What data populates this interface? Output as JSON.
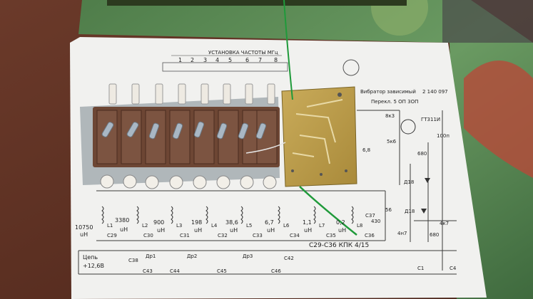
{
  "photo": {
    "subject": "Schematic printout with handwired band-switch assembly",
    "colors": {
      "table": "#5a2f22",
      "paper": "#f1f1ef",
      "ink": "#2a2a2a",
      "board": "#b99a48",
      "wire_green": "#1f9a3a"
    }
  },
  "schematic": {
    "header": "УСТАНОВКА ЧАСТОТЫ МГц",
    "band_numbers": [
      "1",
      "2",
      "3",
      "4",
      "5",
      "6",
      "7",
      "8"
    ],
    "note_right": "Вибратор зависимый",
    "note_right_code": "2 140 097",
    "note_right_sub": "Перекл. 5 ОП 3ОП",
    "transistor": "ГТ311И",
    "res_a": "8к3",
    "res_b": "5к6",
    "res_c": "680",
    "cap_a": "100п",
    "diode_1": "Д18",
    "diode_2": "Д18",
    "cap_4n7": "4н7",
    "res_680": "680",
    "res_4k7": "4к7",
    "coil_values": [
      "10750",
      "3380",
      "900",
      "198",
      "38,6",
      "6,7",
      "1,1",
      "0,2"
    ],
    "coil_unit": "uH",
    "coil_labels": [
      "L1",
      "L2",
      "L3",
      "L4",
      "L5",
      "L6",
      "L7",
      "L8"
    ],
    "cap_labels": [
      "C29",
      "C30",
      "C31",
      "C32",
      "C33",
      "C34",
      "C35",
      "C36"
    ],
    "tuning_cap": "6,8",
    "caps_right": [
      "C37",
      "430",
      "56"
    ],
    "footnote": "С29-С36 КПК 4/15",
    "power_label": "Цепь",
    "power_value": "+12,6В",
    "filter_labels": [
      "С38",
      "Др1",
      "С43",
      "С44",
      "Др2",
      "С45",
      "Др3",
      "С46",
      "С42",
      "С1",
      "С4"
    ]
  }
}
